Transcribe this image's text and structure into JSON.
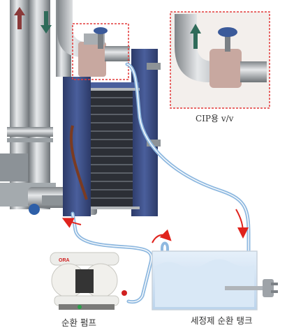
{
  "labels": {
    "cip_valve": "CIP용 v/v",
    "circulation_pump": "순환 펌프",
    "detergent_tank": "세정제 순환 탱크"
  },
  "pump_brand": "ORA",
  "colors": {
    "pipe_steel": "#b9bcbf",
    "exchanger_frame": "#3c4f86",
    "hose_blue": "#8fb9e0",
    "flow_arrow": "#e0231d",
    "highlight_box": "#e23a3a",
    "tank_fill": "#cfe3f5",
    "arrow_up": "#8a3a3a",
    "arrow_down": "#2f6b5a"
  }
}
